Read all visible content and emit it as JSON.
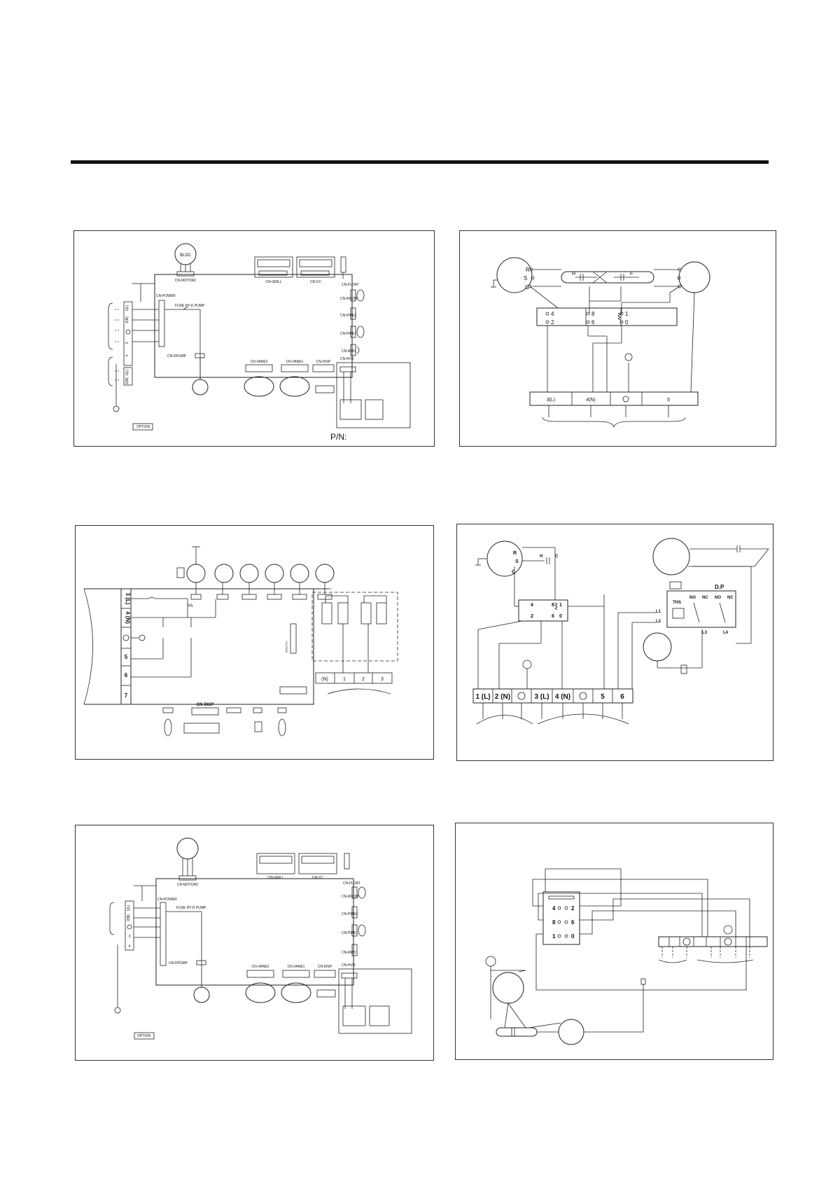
{
  "panel_a": {
    "motor": "BLDC",
    "motor_conn": "CN-MOTOR2",
    "grill": "CN-GRILL",
    "cc": "CN-CC",
    "power": "CN-POWER",
    "fuse": "FUSE RY-D PUMP",
    "float": "CN-FLOAT",
    "room": "CN-ROOM",
    "pipe2": "CN-PIPE2",
    "pipe1": "CN-PIPE1",
    "rmo": "CN-RMO",
    "dpump": "CN-DPUMP",
    "vane2": "CN-VANE2",
    "vane1": "CN-VANE1",
    "disp": "CN-DISP",
    "hvb": "CN-HVB",
    "term": [
      "1(L)",
      "2(N)",
      "",
      "3",
      "4"
    ],
    "term2": [
      "1(L)",
      "2(N)"
    ],
    "option": "OPTION",
    "pn": "P/N:"
  },
  "panel_b": {
    "rsc": [
      "R",
      "S",
      "C"
    ],
    "cap": [
      "H",
      "F"
    ],
    "left": [
      "4",
      "2"
    ],
    "mid": [
      "8",
      "6"
    ],
    "right": [
      "1",
      "0"
    ],
    "term": [
      "3(L)",
      "4(N)",
      "",
      "5"
    ]
  },
  "panel_c": {
    "rows": [
      "3 (L)",
      "4 (N)",
      "",
      "5",
      "6",
      "7"
    ],
    "disp": "CN-DISP",
    "disp_side": "CN-DISC",
    "term": [
      "(N)",
      "1",
      "2",
      "3"
    ]
  },
  "panel_d": {
    "rsc": [
      "R",
      "S",
      "C"
    ],
    "cap": [
      "H",
      "C"
    ],
    "dp": "D.P",
    "ths": "THS",
    "nonc": [
      "NO",
      "NC",
      "NO",
      "NC"
    ],
    "l": [
      "L1",
      "L2",
      "L3",
      "L4"
    ],
    "relay": [
      "4",
      "8",
      "2",
      "6",
      "1",
      "0"
    ],
    "term": [
      "1 (L)",
      "2 (N)",
      "",
      "3 (L)",
      "4 (N)",
      "",
      "5",
      "6"
    ]
  },
  "panel_e": {
    "motor_conn": "CN-MOTOR2",
    "grill": "CN-GRILL",
    "cc": "CN-CC",
    "power": "CN-POWER",
    "fuse": "FUSE RY-D PUMP",
    "float": "CN-FLOAT",
    "room": "CN-ROOM",
    "pipe2": "CN-PIPE2",
    "pipe1": "CN-PIPE1",
    "rmo": "CN-RMO",
    "dpump": "CN-DPUMP",
    "vane2": "CN-VANE2",
    "vane1": "CN-VANE1",
    "disp": "CN-DISP",
    "hvb": "CN-HVB",
    "term": [
      "1(L)",
      "2(N)",
      "",
      "3",
      "4"
    ],
    "option": "OPTION"
  },
  "panel_f": {
    "relay": [
      "4",
      "2",
      "8",
      "6",
      "1",
      "0"
    ]
  }
}
